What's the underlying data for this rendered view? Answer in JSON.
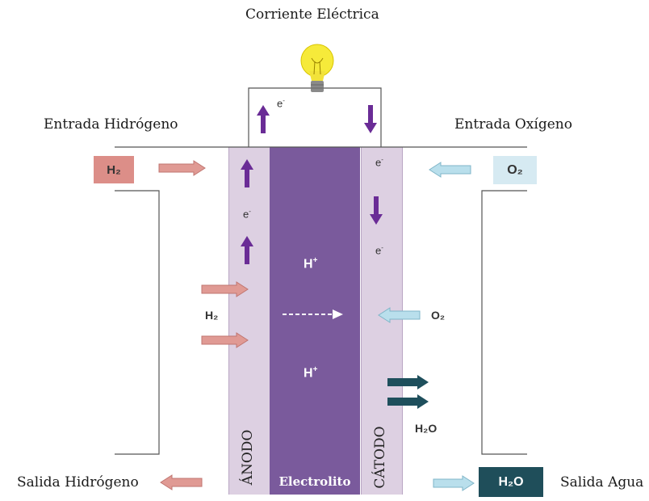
{
  "labels": {
    "current": "Corriente Eléctrica",
    "h2_in": "Entrada Hidrógeno",
    "o2_in": "Entrada Oxígeno",
    "h2_out": "Salida Hidrógeno",
    "water_out": "Salida Agua",
    "anode": "ÁNODO",
    "cathode": "CÁTODO",
    "electrolyte": "Electrolito"
  },
  "boxes": {
    "h2": "H₂",
    "o2": "O₂",
    "h2o": "H₂O"
  },
  "species": {
    "electron": "e",
    "electron_sup": "-",
    "hplus": "H",
    "hplus_sup": "+",
    "h2": "H₂",
    "o2": "O₂",
    "h2o": "H₂O"
  },
  "colors": {
    "anode_fill": "#ddd0e2",
    "electrolyte_fill": "#7a5a9c",
    "h2_box": "#dc8e88",
    "o2_box": "#d6eaf2",
    "h2o_box": "#1f4e5a",
    "pink_arrow": "#e09a94",
    "blue_arrow": "#b9dfec",
    "teal_arrow": "#1e4f5c",
    "purple_arrow": "#6a2c96"
  }
}
